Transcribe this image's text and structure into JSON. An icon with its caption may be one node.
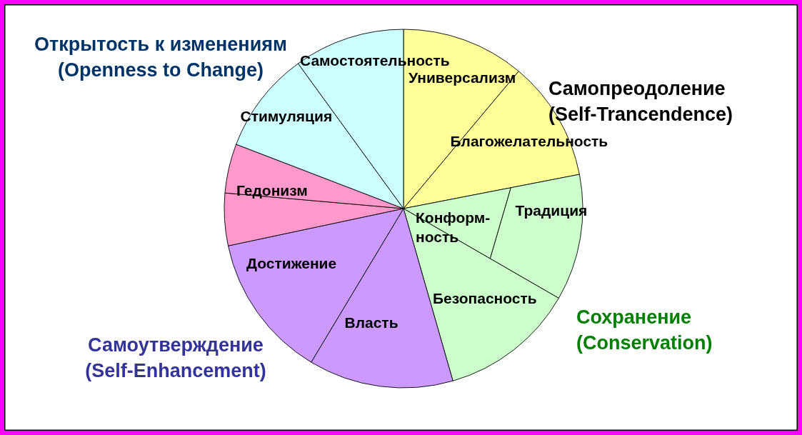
{
  "diagram": {
    "nodes": [
      {
        "text": [
          "Универсализм"
        ]
      },
      {
        "text": [
          "Благожелательность"
        ]
      },
      {
        "text": [
          "Традиция"
        ]
      },
      {
        "text": [
          "Конформ- ность"
        ]
      },
      {
        "text": [
          "Безопасность"
        ]
      },
      {
        "text": [
          "Власть"
        ]
      },
      {
        "text": [
          "Достижение"
        ]
      },
      {
        "text": [],
        "shape": "wedge"
      },
      {
        "text": [
          "Гедонизм"
        ]
      },
      {
        "text": [
          "Стимуляция"
        ]
      },
      {
        "text": [
          "Самостоятельность"
        ]
      }
    ],
    "labels": [
      "Открытость к изменениям (Openness to Change)",
      "Самопреодоление (Self-Trancendence)",
      "Сохранение (Conservation)",
      "Самоутверждение (Self-Enhancement)"
    ]
  }
}
